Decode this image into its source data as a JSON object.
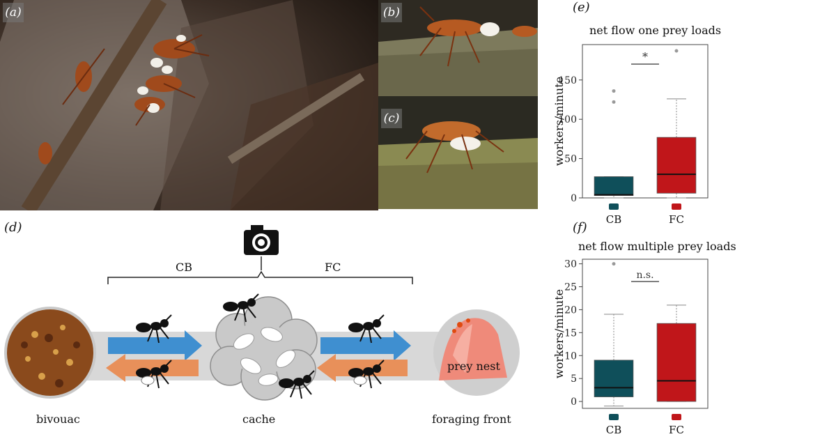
{
  "panels": {
    "a": "(a)",
    "b": "(b)",
    "c": "(c)",
    "d": "(d)",
    "e": "(e)",
    "f": "(f)"
  },
  "diagram": {
    "cb_label": "CB",
    "fc_label": "FC",
    "bivouac": "bivouac",
    "cache": "cache",
    "foraging_front": "foraging front",
    "prey_nest": "prey nest",
    "colors": {
      "cb": "#0f4f5a",
      "fc": "#c0161a",
      "outgoing": "#3f8fd0",
      "incoming": "#e8905a",
      "prey": "#ef8a7a"
    }
  },
  "chart_data": [
    {
      "type": "box",
      "title": "net flow one prey loads",
      "ylabel": "workers/minute",
      "categories": [
        "CB",
        "FC"
      ],
      "ylim": [
        0,
        195
      ],
      "yticks": [
        0,
        50,
        100,
        150
      ],
      "significance": "*",
      "boxes": [
        {
          "name": "CB",
          "color": "#0f4f5a",
          "whisker_low": 0,
          "q1": 3,
          "median": 4,
          "q3": 27,
          "whisker_high": 27,
          "outliers": [
            122,
            136
          ]
        },
        {
          "name": "FC",
          "color": "#c0161a",
          "whisker_low": 0,
          "q1": 6,
          "median": 30,
          "q3": 77,
          "whisker_high": 126,
          "outliers": [
            187
          ]
        }
      ]
    },
    {
      "type": "box",
      "title": "net flow multiple prey loads",
      "ylabel": "workers/minute",
      "categories": [
        "CB",
        "FC"
      ],
      "ylim": [
        -1.5,
        31
      ],
      "yticks": [
        0,
        5,
        10,
        15,
        20,
        25,
        30
      ],
      "significance": "n.s.",
      "boxes": [
        {
          "name": "CB",
          "color": "#0f4f5a",
          "whisker_low": -1,
          "q1": 1,
          "median": 3,
          "q3": 9,
          "whisker_high": 19,
          "outliers": [
            30
          ]
        },
        {
          "name": "FC",
          "color": "#c0161a",
          "whisker_low": 0,
          "q1": 0,
          "median": 4.5,
          "q3": 17,
          "whisker_high": 21,
          "outliers": []
        }
      ]
    }
  ]
}
